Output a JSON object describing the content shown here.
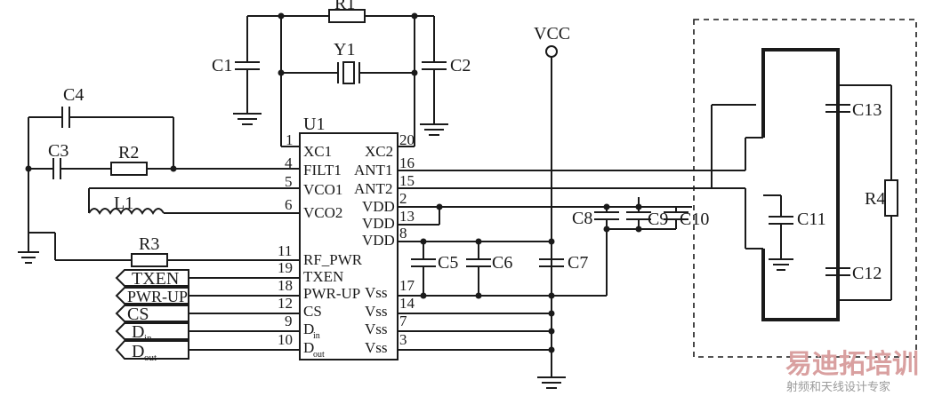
{
  "ic": {
    "ref": "U1",
    "left_pins": [
      {
        "num": "1",
        "name": "XC1"
      },
      {
        "num": "4",
        "name": "FILT1"
      },
      {
        "num": "5",
        "name": "VCO1"
      },
      {
        "num": "6",
        "name": "VCO2"
      },
      {
        "num": "11",
        "name": "RF_PWR"
      },
      {
        "num": "19",
        "name": "TXEN"
      },
      {
        "num": "18",
        "name": "PWR-UP"
      },
      {
        "num": "12",
        "name": "CS"
      },
      {
        "num": "9",
        "name": "D"
      },
      {
        "num": "10",
        "name": "D"
      }
    ],
    "din_sub": "in",
    "dout_sub": "out",
    "right_pins": [
      {
        "num": "20",
        "name": "XC2"
      },
      {
        "num": "16",
        "name": "ANT1"
      },
      {
        "num": "15",
        "name": "ANT2"
      },
      {
        "num": "2",
        "name": "VDD"
      },
      {
        "num": "13",
        "name": "VDD"
      },
      {
        "num": "8",
        "name": "VDD"
      },
      {
        "num": "17",
        "name": "Vss"
      },
      {
        "num": "14",
        "name": "Vss"
      },
      {
        "num": "7",
        "name": "Vss"
      },
      {
        "num": "3",
        "name": "Vss"
      }
    ]
  },
  "components": {
    "R1": "R1",
    "R2": "R2",
    "R3": "R3",
    "R4": "R4",
    "Y1": "Y1",
    "L1": "L1",
    "C1": "C1",
    "C2": "C2",
    "C3": "C3",
    "C4": "C4",
    "C5": "C5",
    "C6": "C6",
    "C7": "C7",
    "C8": "C8",
    "C9": "C9",
    "C10": "C10",
    "C11": "C11",
    "C12": "C12",
    "C13": "C13"
  },
  "power": {
    "vcc": "VCC"
  },
  "connectors": {
    "txen": "TXEN",
    "pwrup": "PWR-UP",
    "cs": "CS",
    "din": "D",
    "din_sub": "in",
    "dout": "D",
    "dout_sub": "out"
  },
  "watermark": {
    "brand": "易迪拓培训",
    "tagline": "射频和天线设计专家"
  }
}
